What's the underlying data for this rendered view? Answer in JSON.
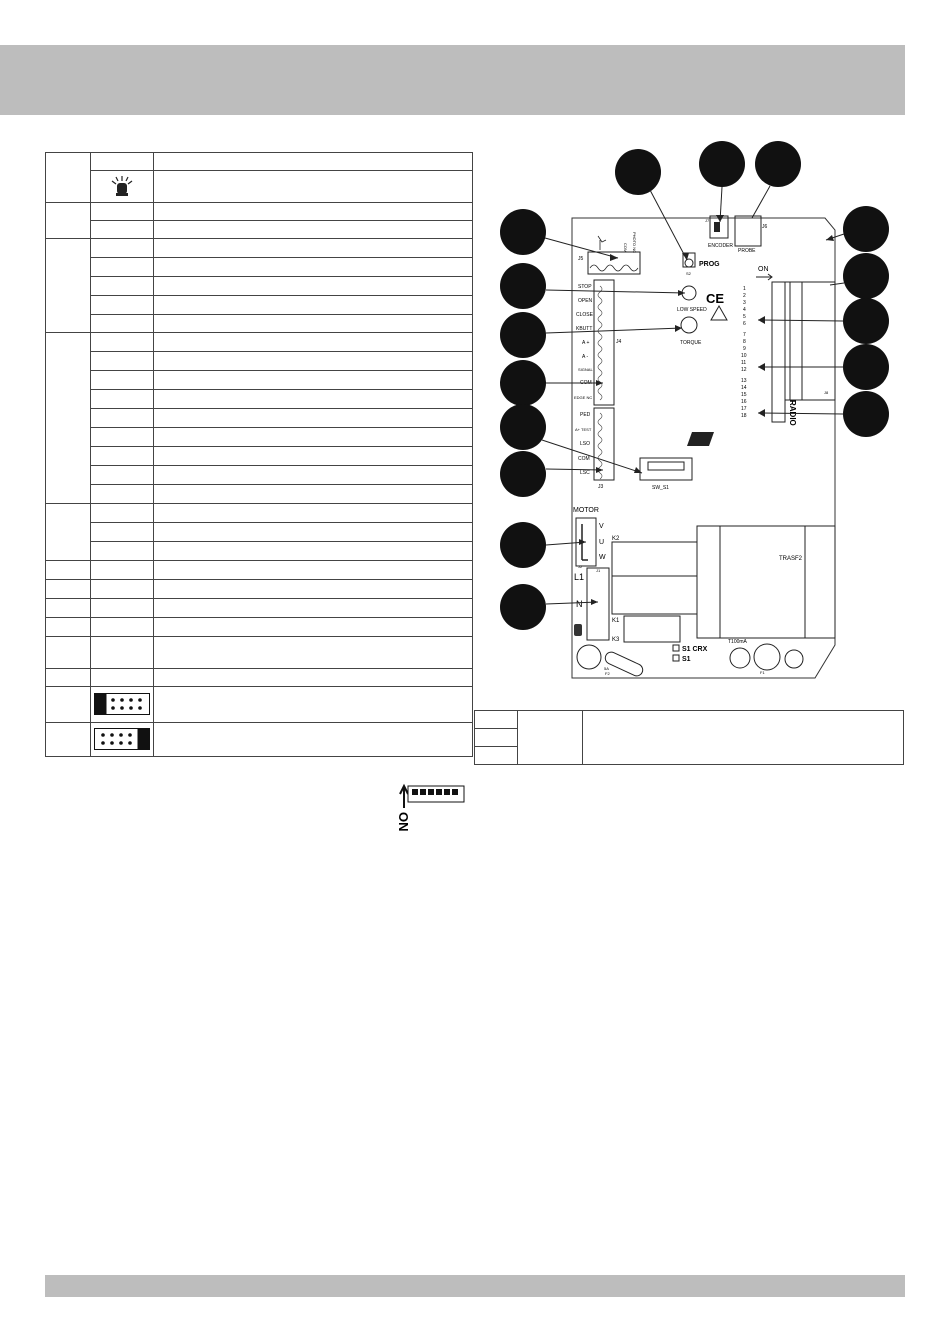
{
  "board": {
    "labels": {
      "prog": "PROG",
      "s2": "S2",
      "encoder": "ENCODER",
      "j7": "J7",
      "probe": "PROBE",
      "j6": "J6",
      "j5": "J5",
      "com": "COM",
      "photo_nc": "PHOTO NC",
      "stop": "STOP",
      "open": "OPEN",
      "close": "CLOSE",
      "kbutt": "KBUTT",
      "a_plus": "A +",
      "a_minus": "A -",
      "signal": "SIGNAL",
      "com2": "COM",
      "edge_nc": "EDGE NC",
      "j4": "J4",
      "low_speed": "LOW SPEED",
      "torque": "TORQUE",
      "ce": "CE",
      "ped": "PED",
      "a_test": "A+ TEST",
      "lso": "LSO",
      "com3": "COM",
      "lsc": "LSC",
      "j3": "J3",
      "sw_s1": "SW_S1",
      "motor": "MOTOR",
      "v": "V",
      "u": "U",
      "w": "W",
      "j2": "J2",
      "k2": "K2",
      "k1": "K1",
      "k3": "K3",
      "trasf2": "TRASF2",
      "l1": "L1",
      "n": "N",
      "j1": "J1",
      "on": "ON",
      "radio": "RADIO",
      "j8": "J8",
      "dip_numbers": [
        "1",
        "2",
        "3",
        "4",
        "5",
        "6",
        "7",
        "8",
        "9",
        "10",
        "11",
        "12",
        "13",
        "14",
        "15",
        "16",
        "17",
        "18"
      ],
      "s1_crx": "S1  CRX",
      "s1": "S1",
      "t100ma": "T100mA",
      "f1": "F1",
      "f2": "F2",
      "fuse5a": "5A"
    }
  },
  "dip_reference": {
    "label": "ON"
  },
  "colors": {
    "header_band": "#bdbdbd",
    "callout": "#111111",
    "lines": "#333333"
  }
}
